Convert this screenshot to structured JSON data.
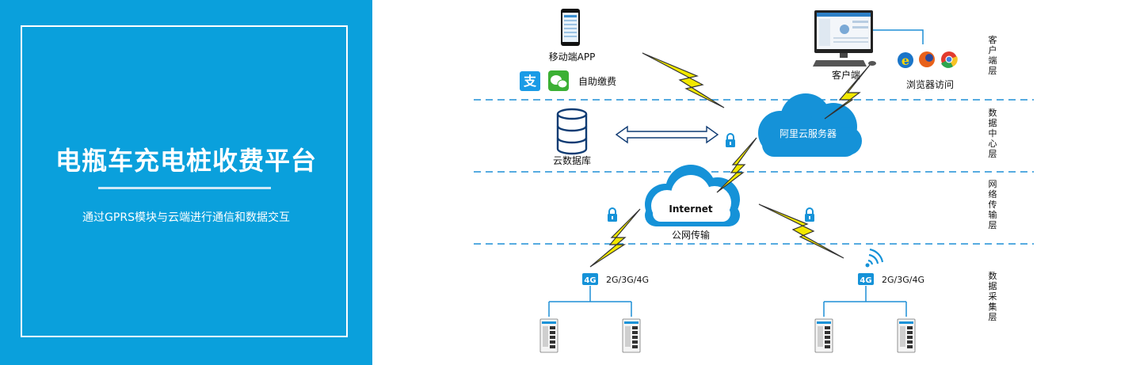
{
  "banner": {
    "title": "电瓶车充电桩收费平台",
    "subtitle": "通过GPRS模块与云端进行通信和数据交互"
  },
  "layers": [
    "客户端层",
    "数据中心层",
    "网络传输层",
    "数据采集层"
  ],
  "nodes": {
    "mobile_app": "移动端APP",
    "self_pay": "自助缴费",
    "client": "客户端",
    "browser": "浏览器访问",
    "cloud_db": "云数据库",
    "aliyun": "阿里云服务器",
    "internet": "Internet",
    "public_net": "公网传输",
    "net_left": "2G/3G/4G",
    "net_right": "2G/3G/4G",
    "badge": "4G"
  },
  "icons": [
    "smartphone-icon",
    "alipay-icon",
    "wechat-icon",
    "desktop-computer-icon",
    "browser-icons",
    "database-icon",
    "cloud-icon",
    "lock-icon",
    "lightning-icon",
    "wifi-signal-icon",
    "charging-pile-icon"
  ],
  "colors": {
    "accent": "#0aa0dc",
    "cloud": "#1592d8",
    "lightning": "#f2e800",
    "divider": "#1e8fd6"
  }
}
